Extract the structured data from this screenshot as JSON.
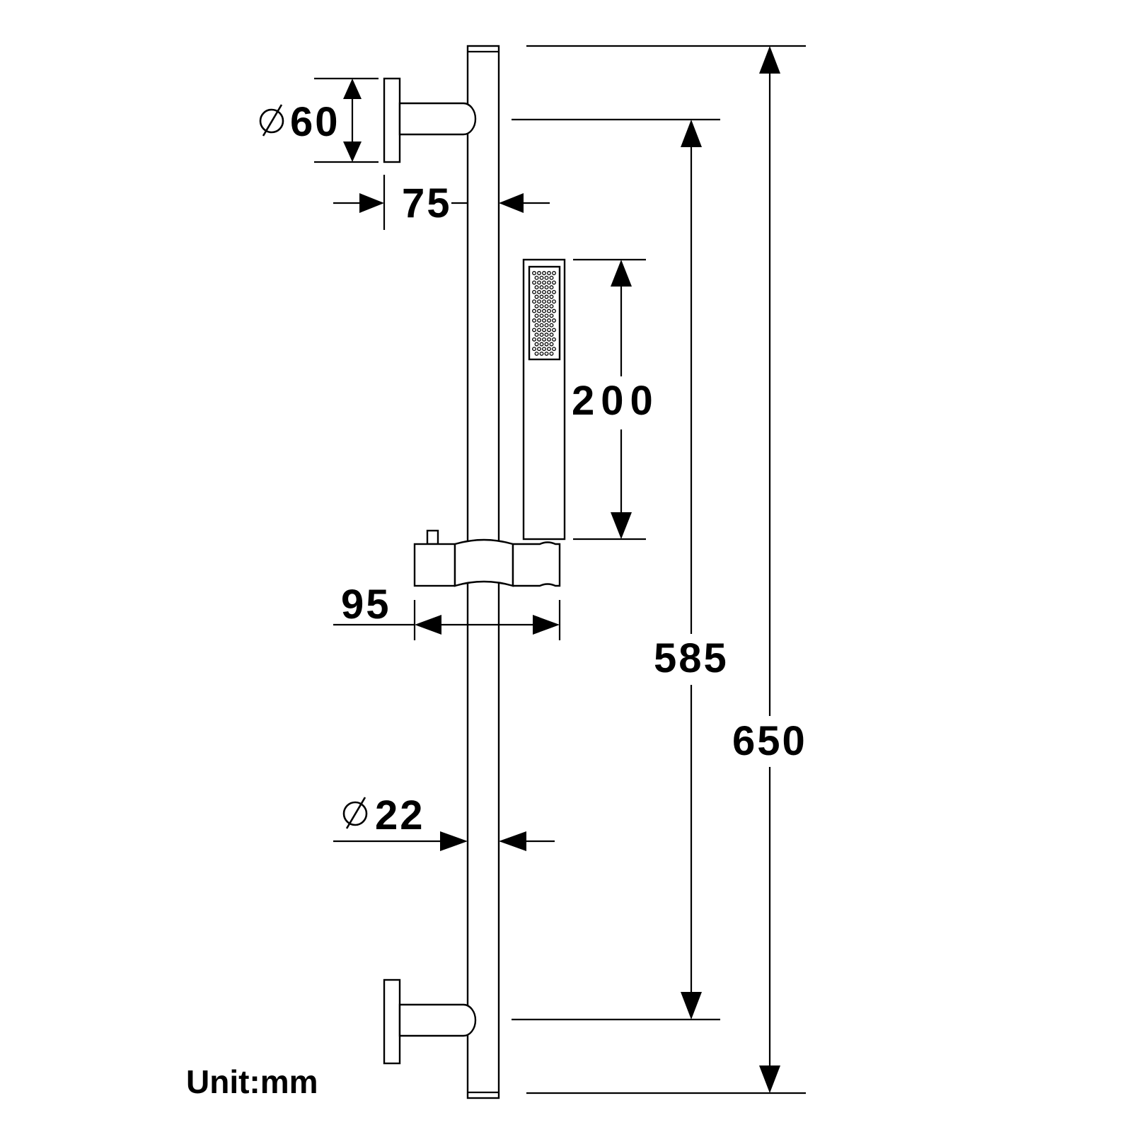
{
  "unit_label": "Unit:mm",
  "dimensions": {
    "wall_flange_diameter": {
      "symbol": "∅",
      "value": "60"
    },
    "bracket_projection": {
      "value": "75"
    },
    "hand_shower_length": {
      "value": "200"
    },
    "slider_width": {
      "value": "95"
    },
    "bracket_spacing": {
      "value": "585"
    },
    "total_height": {
      "value": "650"
    },
    "rail_diameter": {
      "symbol": "∅",
      "value": "22"
    }
  }
}
